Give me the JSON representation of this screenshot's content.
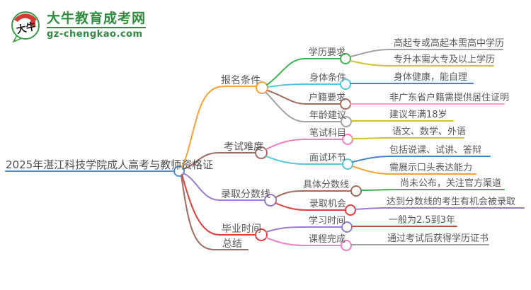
{
  "logo": {
    "mark_text": "大牛",
    "title": "大牛教育成考网",
    "domain": "gz-chengkao.com",
    "brand_color": "#2e8b3f",
    "accent_red": "#d43c33"
  },
  "mindmap": {
    "root": {
      "label": "2025年湛江科技学院成人高考与教师资格证",
      "color": "#4a8fd3"
    },
    "branches": [
      {
        "label": "报名条件",
        "color": "#f7a334",
        "children": [
          {
            "label": "学历要求",
            "color": "#3db454",
            "leaves": [
              {
                "label": "高起专或高起本需高中学历",
                "color": "#a0a4a8"
              },
              {
                "label": "专升本需大专及以上学历",
                "color": "#d2c02f"
              }
            ]
          },
          {
            "label": "身体条件",
            "color": "#52c7dd",
            "leaves": [
              {
                "label": "身体健康，能自理",
                "color": "#4285c9"
              }
            ]
          },
          {
            "label": "户籍要求",
            "color": "#a36b60",
            "leaves": [
              {
                "label": "非广东省户籍需提供居住证明",
                "color": "#f2a2c6"
              }
            ]
          },
          {
            "label": "年龄建议",
            "color": "#a0a4a8",
            "leaves": [
              {
                "label": "建议年满18岁",
                "color": "#d2c02f"
              }
            ]
          }
        ]
      },
      {
        "label": "考试难度",
        "color": "#a36b60",
        "children": [
          {
            "label": "笔试科目",
            "color": "#ee7fc1",
            "leaves": [
              {
                "label": "语文、数学、外语",
                "color": "#d2c02f"
              }
            ]
          },
          {
            "label": "面试环节",
            "color": "#52c7dd",
            "leaves": [
              {
                "label": "包括说课、试讲、答辩",
                "color": "#4285c9"
              },
              {
                "label": "需展示口头表达能力",
                "color": "#f7a334"
              }
            ]
          }
        ]
      },
      {
        "label": "录取分数线",
        "color": "#9b7bd1",
        "children": [
          {
            "label": "具体分数线",
            "color": "#a36b60",
            "leaves": [
              {
                "label": "尚未公布，关注官方渠道",
                "color": "#3db454"
              }
            ]
          },
          {
            "label": "录取机会",
            "color": "#e23c3c",
            "leaves": [
              {
                "label": "达到分数线的考生有机会被录取",
                "color": "#9b7bd1"
              }
            ]
          }
        ]
      },
      {
        "label": "毕业时间",
        "color": "#e23c3c",
        "children": [
          {
            "label": "学习时间",
            "color": "#9b7bd1",
            "leaves": [
              {
                "label": "一般为2.5到3年",
                "color": "#bc4a41"
              }
            ]
          },
          {
            "label": "课程完成",
            "color": "#ee7fc1",
            "leaves": [
              {
                "label": "通过考试后获得学历证书",
                "color": "#a0a4a8"
              }
            ]
          }
        ]
      },
      {
        "label": "总结",
        "color": "#a36b60",
        "children": []
      }
    ]
  }
}
